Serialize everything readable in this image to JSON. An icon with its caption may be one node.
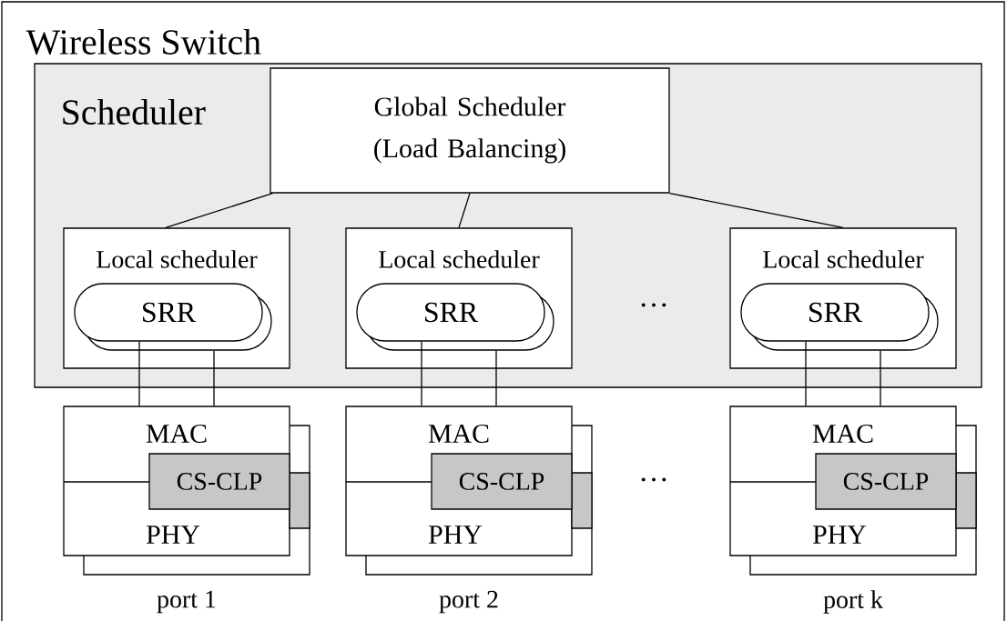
{
  "diagram": {
    "nodes": [
      {
        "text": [
          "Wireless Switch"
        ]
      },
      {
        "text": [
          "Scheduler"
        ],
        "in": 0
      },
      {
        "text": [
          "Global Scheduler (Load Balancing)"
        ],
        "in": 1
      },
      {
        "text": [
          "Local scheduler"
        ],
        "in": 1
      },
      {
        "text": [
          "SRR"
        ],
        "in": 3
      },
      {
        "text": [
          "Local scheduler"
        ],
        "in": 1
      },
      {
        "text": [
          "SRR"
        ],
        "in": 5
      },
      {
        "text": [
          "Local scheduler"
        ],
        "in": 1
      },
      {
        "text": [
          "SRR"
        ],
        "in": 7
      },
      {
        "text": [
          "MAC",
          "PHY"
        ],
        "beside": [
          "port 1"
        ],
        "in": 0
      },
      {
        "text": [
          "CS-CLP"
        ],
        "in": 9
      },
      {
        "text": [
          "MAC",
          "PHY"
        ],
        "beside": [
          "port 2"
        ],
        "in": 0
      },
      {
        "text": [
          "CS-CLP"
        ],
        "in": 11
      },
      {
        "text": [
          "MAC",
          "PHY"
        ],
        "beside": [
          "port k"
        ],
        "in": 0
      },
      {
        "text": [
          "CS-CLP"
        ],
        "in": 13
      }
    ],
    "edges": [
      {
        "from": 2,
        "to": 3,
        "arrow": "none"
      },
      {
        "from": 2,
        "to": 5,
        "arrow": "none"
      },
      {
        "from": 2,
        "to": 7,
        "arrow": "none"
      },
      {
        "from": 4,
        "to": 9,
        "arrow": "none"
      },
      {
        "from": 4,
        "to": 9,
        "arrow": "none"
      },
      {
        "from": 6,
        "to": 11,
        "arrow": "none"
      },
      {
        "from": 6,
        "to": 11,
        "arrow": "none"
      },
      {
        "from": 8,
        "to": 13,
        "arrow": "none"
      },
      {
        "from": 8,
        "to": 13,
        "arrow": "none"
      }
    ],
    "labels": [
      "···",
      "···"
    ]
  }
}
